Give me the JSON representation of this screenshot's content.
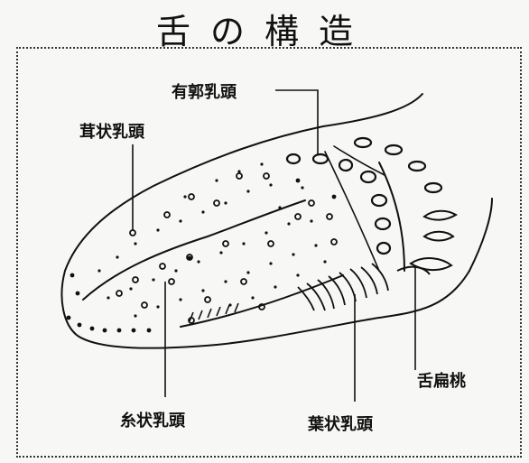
{
  "title": "舌の構造",
  "labels": {
    "circumvallate": "有郭乳頭",
    "fungiform": "茸状乳頭",
    "filiform": "糸状乳頭",
    "foliate": "葉状乳頭",
    "lingual_tonsil": "舌扁桃"
  }
}
